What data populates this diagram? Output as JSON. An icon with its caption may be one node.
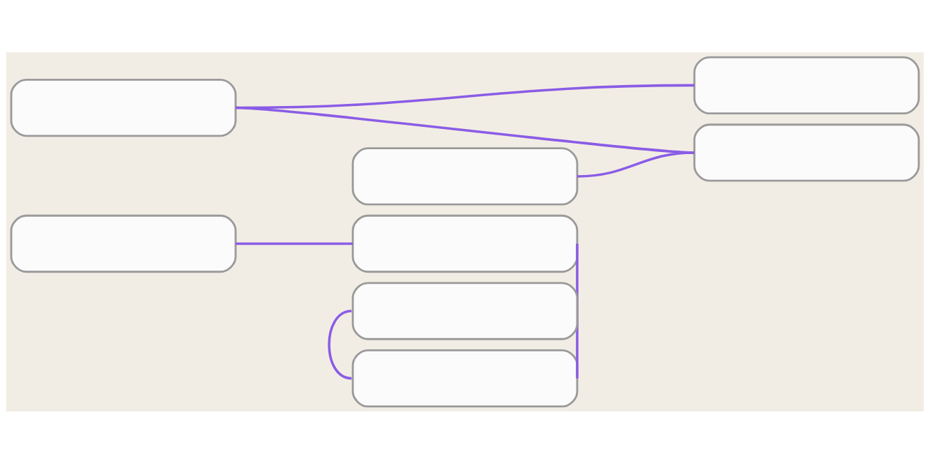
{
  "diagram": {
    "nodes": [
      {
        "text": [],
        "shape": "box"
      },
      {
        "text": [],
        "shape": "box"
      },
      {
        "text": [],
        "shape": "box"
      },
      {
        "text": [],
        "shape": "box"
      },
      {
        "text": [],
        "shape": "box"
      },
      {
        "text": [],
        "shape": "box"
      },
      {
        "text": [],
        "shape": "box"
      },
      {
        "text": [],
        "shape": "box"
      }
    ],
    "edges": [
      {
        "from": 2,
        "to": 0,
        "arrow": "none"
      },
      {
        "from": 1,
        "to": 6,
        "arrow": "none"
      },
      {
        "from": 3,
        "to": 4,
        "arrow": "none"
      },
      {
        "from": 3,
        "to": 5,
        "arrow": "none"
      },
      {
        "from": 0,
        "to": 6,
        "arrow": "none"
      },
      {
        "from": 5,
        "to": 7,
        "arrow": "none"
      }
    ]
  }
}
